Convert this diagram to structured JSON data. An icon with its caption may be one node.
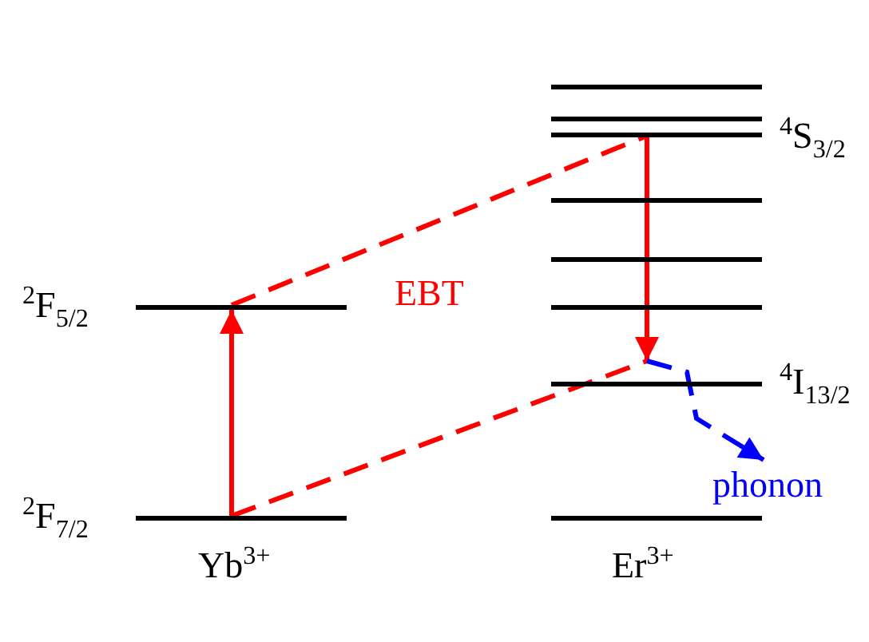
{
  "diagram": {
    "nodes": [
      {
        "text": [],
        "shape": "bar",
        "beside": [
          "$^{2}$F$_{5/2}$"
        ]
      },
      {
        "text": [],
        "shape": "bar",
        "beside": [
          "$^{2}$F$_{7/2}$"
        ]
      },
      {
        "text": [],
        "shape": "bar"
      },
      {
        "text": [],
        "shape": "bar"
      },
      {
        "text": [],
        "shape": "bar",
        "beside": [
          "$^{4}$S$_{3/2}$"
        ]
      },
      {
        "text": [],
        "shape": "bar"
      },
      {
        "text": [],
        "shape": "bar"
      },
      {
        "text": [],
        "shape": "bar"
      },
      {
        "text": [],
        "shape": "bar",
        "beside": [
          "$^{4}$I$_{13/2}$"
        ]
      },
      {
        "text": [],
        "shape": "bar"
      },
      {
        "text": [
          "phonon"
        ]
      }
    ],
    "edges": [
      {
        "from": 1,
        "to": 0,
        "arrow": "to"
      },
      {
        "from": 0,
        "to": 4,
        "arrow": "none",
        "style": "dashed"
      },
      {
        "from": 1,
        "to": 8,
        "arrow": "none",
        "style": "dashed"
      },
      {
        "from": 4,
        "to": 8,
        "arrow": "to"
      },
      {
        "from": 8,
        "to": 10,
        "arrow": "to",
        "style": "dashed",
        "color": "#0000ff"
      }
    ],
    "labels": [
      "EBT",
      "Yb$^{3+}$",
      "Er$^{3+}$"
    ]
  }
}
